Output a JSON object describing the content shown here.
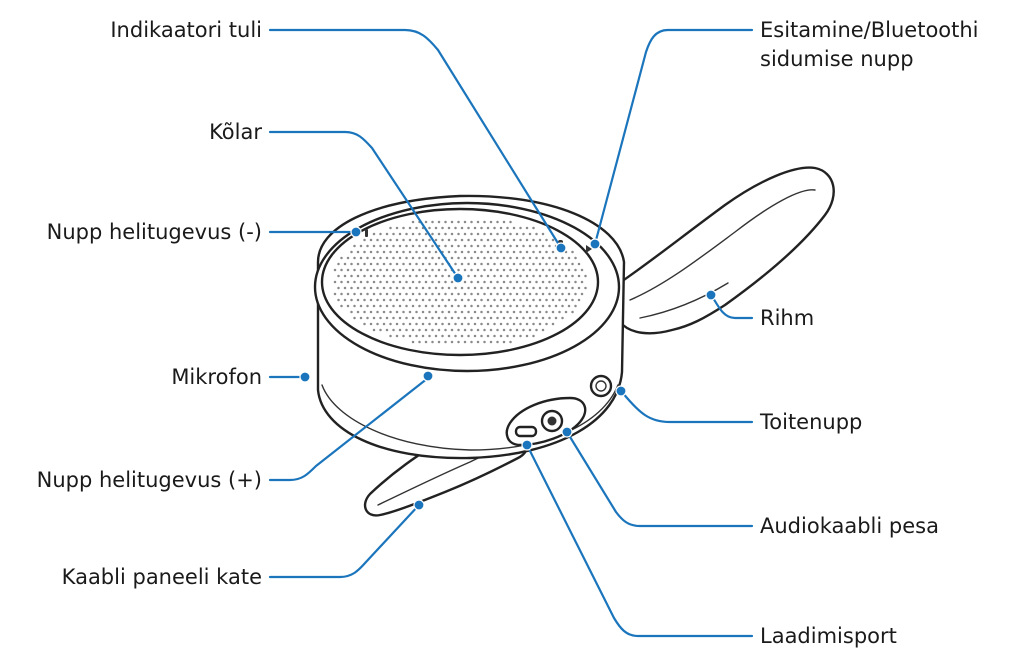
{
  "labels": {
    "indicator_light": "Indikaatori tuli",
    "play_pair_button_line1": "Esitamine/Bluetoothi",
    "play_pair_button_line2": "sidumise nupp",
    "speaker": "Kõlar",
    "volume_down_button": "Nupp helitugevus (-)",
    "strap": "Rihm",
    "microphone": "Mikrofon",
    "power_button": "Toitenupp",
    "volume_up_button": "Nupp helitugevus (+)",
    "audio_jack": "Audiokaabli pesa",
    "cable_panel_cover": "Kaabli paneeli kate",
    "charging_port": "Laadimisport"
  },
  "colors": {
    "leader": "#1b75bc",
    "outline": "#222222",
    "text": "#1a1a1a"
  }
}
